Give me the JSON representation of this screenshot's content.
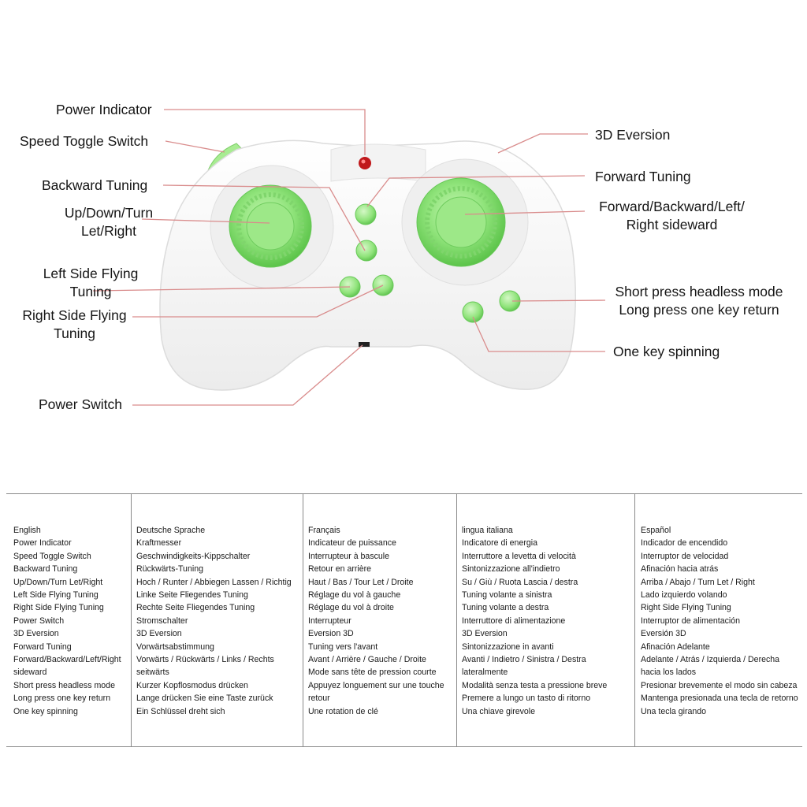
{
  "callouts": {
    "power_indicator": "Power Indicator",
    "speed_toggle": "Speed Toggle Switch",
    "backward_tuning": "Backward Tuning",
    "updown_turn": "Up/Down/Turn\nLet/Right",
    "left_side_flying": "Left Side Flying\nTuning",
    "right_side_flying": "Right Side Flying\nTuning",
    "power_switch": "Power Switch",
    "eversion_3d": "3D Eversion",
    "forward_tuning": "Forward Tuning",
    "fblr": "Forward/Backward/Left/\nRight sideward",
    "headless": "Short press headless mode\nLong press one key return",
    "one_key_spinning": "One key spinning"
  },
  "colors": {
    "accent_green": "#8ee27a",
    "leader_line": "#d98c8c",
    "indicator_red": "#c0181b",
    "controller_white": "#f6f6f6"
  },
  "languages": [
    {
      "lines": [
        "English",
        "Power Indicator",
        "Speed Toggle Switch",
        "Backward Tuning",
        "Up/Down/Turn Let/Right",
        "Left Side Flying Tuning",
        "Right Side Flying Tuning",
        "Power Switch",
        "3D Eversion",
        "Forward Tuning",
        "Forward/Backward/Left/Right",
        "sideward",
        "Short press headless mode",
        "Long press one key return",
        "One key spinning"
      ]
    },
    {
      "lines": [
        "Deutsche Sprache",
        "Kraftmesser",
        "Geschwindigkeits-Kippschalter",
        "Rückwärts-Tuning",
        "Hoch / Runter / Abbiegen Lassen / Richtig",
        "Linke Seite Fliegendes Tuning",
        "Rechte Seite Fliegendes Tuning",
        "Stromschalter",
        "3D Eversion",
        "Vorwärtsabstimmung",
        "Vorwärts / Rückwärts / Links / Rechts",
        "seitwärts",
        "Kurzer Kopflosmodus drücken",
        "Lange drücken Sie eine Taste zurück",
        "Ein Schlüssel dreht sich"
      ]
    },
    {
      "lines": [
        "Français",
        "Indicateur de puissance",
        "Interrupteur à bascule",
        "Retour en arrière",
        "Haut / Bas / Tour Let / Droite",
        "Réglage du vol à gauche",
        "Réglage du vol à droite",
        "Interrupteur",
        "Eversion 3D",
        "Tuning vers l'avant",
        "Avant / Arrière / Gauche / Droite",
        "Mode sans tête de pression courte",
        "Appuyez longuement sur une touche",
        "retour",
        "Une rotation de clé"
      ]
    },
    {
      "lines": [
        "lingua italiana",
        "Indicatore di energia",
        "Interruttore a levetta di velocità",
        "Sintonizzazione all'indietro",
        "Su / Giù / Ruota Lascia / destra",
        "Tuning volante a sinistra",
        "Tuning volante a destra",
        "Interruttore di alimentazione",
        "3D Eversion",
        "Sintonizzazione in avanti",
        "Avanti / Indietro / Sinistra / Destra",
        "lateralmente",
        "Modalità senza testa a pressione breve",
        "Premere a lungo un tasto di ritorno",
        "Una chiave girevole"
      ]
    },
    {
      "lines": [
        "Español",
        "Indicador de encendido",
        "Interruptor de velocidad",
        "Afinación hacia atrás",
        "Arriba / Abajo / Turn Let / Right",
        "Lado izquierdo volando",
        "Right Side Flying Tuning",
        "Interruptor de alimentación",
        "Eversión 3D",
        "Afinación Adelante",
        "Adelante / Atrás / Izquierda / Derecha",
        "hacia los lados",
        "Presionar brevemente el modo sin cabeza",
        "Mantenga presionada una tecla de retorno",
        "Una tecla girando"
      ]
    }
  ]
}
